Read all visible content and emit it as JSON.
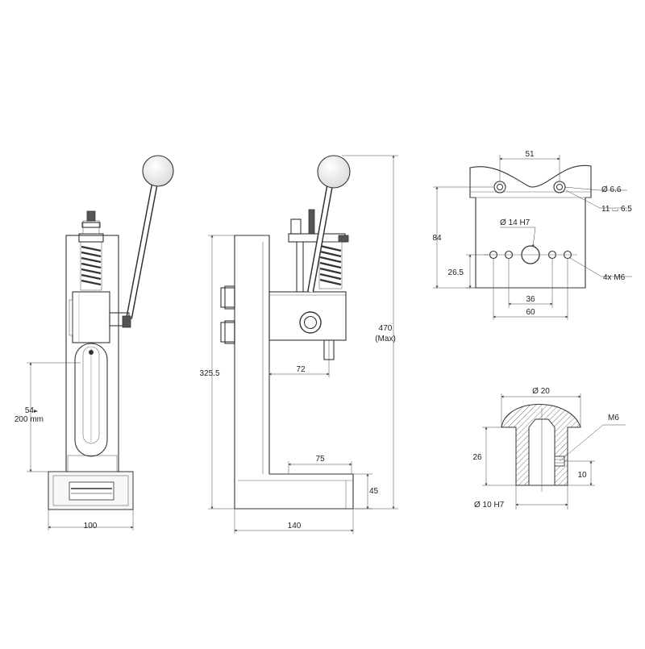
{
  "dimensions": {
    "front_height": "54",
    "front_height_range": "200 mm",
    "front_width": "100",
    "side_height": "325.5",
    "side_reach": "72",
    "side_depth": "75",
    "side_base_height": "45",
    "side_width": "140",
    "total_height": "470",
    "total_height_note": "(Max)",
    "plate_hole_spacing": "51",
    "plate_height": "84",
    "plate_center_height": "26.5",
    "plate_inner_spacing": "36",
    "plate_outer_spacing": "60",
    "plate_bore": "Ø 14 H7",
    "plate_hole_dia": "Ø 6.6",
    "plate_counterbore": "11 ⌴ 6.5",
    "plate_threads": "4x M6",
    "shank_head_dia": "Ø 20",
    "shank_thread": "M6",
    "shank_length": "26",
    "shank_thread_offset": "10",
    "shank_dia": "Ø 10 H7"
  }
}
